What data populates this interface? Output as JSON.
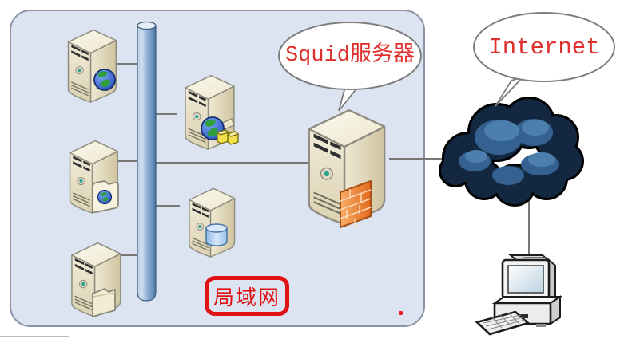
{
  "labels": {
    "squid_server": "Squid服务器",
    "internet": "Internet",
    "lan": "局域网"
  },
  "colors": {
    "label_text_red": "#de312d",
    "lan_fill": "#dce4f1",
    "lan_border": "#8b93a6",
    "lan_label_border": "#e11212",
    "connection_line": "#787878",
    "bus_blue_light": "#c3d5e8",
    "bus_blue_dark": "#46719c",
    "cloud_fill": "#132840",
    "firewall_orange": "#ef8a3c",
    "red_dot": "#ea1c2d"
  },
  "nodes": {
    "lan": [
      {
        "name": "server-1",
        "icon": "globe-icon"
      },
      {
        "name": "server-2",
        "icon": "web-folder-icon"
      },
      {
        "name": "server-3",
        "icon": "folder-icon"
      },
      {
        "name": "server-4",
        "icon": "globe-packages-icon"
      },
      {
        "name": "server-5",
        "icon": "database-icon"
      },
      {
        "name": "squid-server",
        "icon": "firewall-icon",
        "label": "Squid服务器"
      }
    ],
    "external": [
      {
        "name": "internet-cloud",
        "icon": "cloud-icon",
        "label": "Internet"
      },
      {
        "name": "client-pc",
        "icon": "computer-icon"
      }
    ]
  }
}
